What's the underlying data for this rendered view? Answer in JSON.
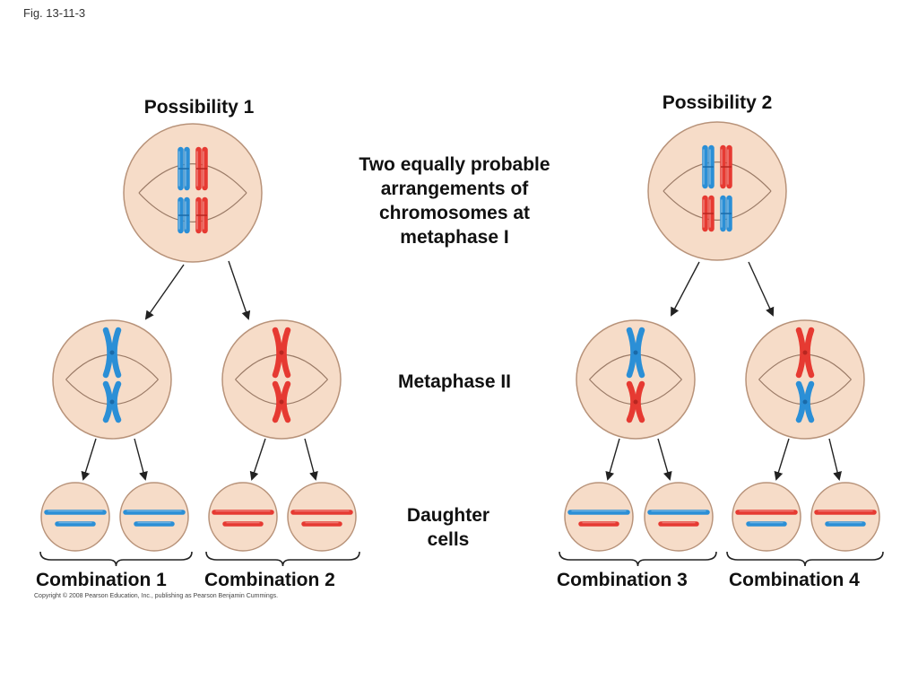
{
  "figure_label": "Fig. 13-11-3",
  "possibility_1": "Possibility 1",
  "possibility_2": "Possibility 2",
  "metaphase_i_caption": [
    "Two equally probable",
    "arrangements of",
    "chromosomes at",
    "metaphase I"
  ],
  "metaphase_ii_label": "Metaphase II",
  "daughter_cells_label": [
    "Daughter",
    "cells"
  ],
  "combinations": [
    "Combination 1",
    "Combination 2",
    "Combination 3",
    "Combination 4"
  ],
  "copyright": "Copyright © 2008 Pearson Education, Inc., publishing as Pearson Benjamin Cummings.",
  "colors": {
    "maternal": "#e63a32",
    "paternal": "#2b8fd6",
    "cell_fill": "#f6dcc8",
    "cell_stroke": "#b8937a"
  }
}
